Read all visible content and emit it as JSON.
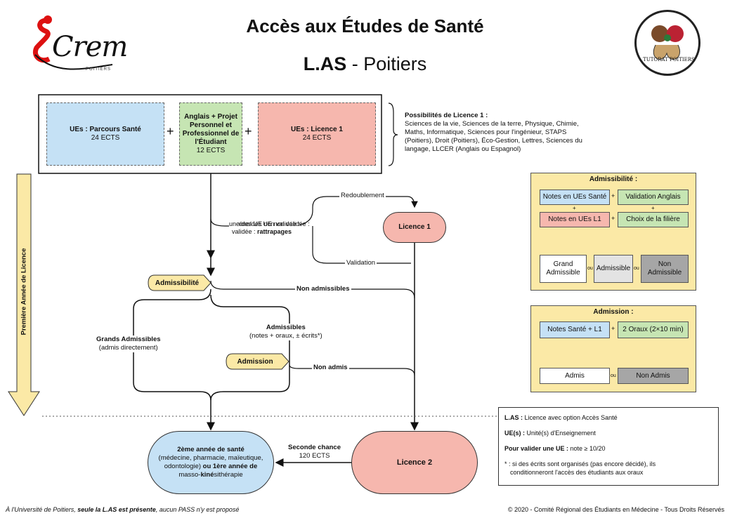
{
  "header": {
    "title": "Accès aux Études de Santé",
    "subtitle_bold": "L.AS",
    "subtitle_rest": " - Poitiers"
  },
  "logos": {
    "left_text": "Crem",
    "left_sub": "POITIERS",
    "right_text": "TUTORAT POITIERS"
  },
  "top_block": {
    "ue_parcours": {
      "title": "UEs : Parcours Santé",
      "ects": "24 ECTS"
    },
    "anglais": {
      "title": "Anglais + Projet Personnel et Professionnel de l'Étudiant",
      "ects": "12 ECTS"
    },
    "ue_licence": {
      "title": "UEs : Licence 1",
      "ects": "24 ECTS"
    },
    "plus": "+"
  },
  "possibilites": {
    "title": "Possibilités de Licence 1 :",
    "body": "Sciences de la vie, Sciences de la terre, Physique, Chimie, Maths, Informatique, Sciences pour l'ingénieur, STAPS (Poitiers), Droit (Poitiers), Éco-Gestion, Lettres, Sciences du langage, LLCER (Anglais ou Espagnol)"
  },
  "side_arrow": "Première Année de Licence",
  "flow": {
    "redoublement": "Redoublement",
    "ue_non_validee": "une/des UE non validée :",
    "rattrapages": "rattrapages",
    "validation": "Validation",
    "licence1": "Licence 1",
    "admissibilite_tag": "Admissibilité",
    "non_admissibles": "Non admissibles",
    "grands_admissibles": "Grands Admissibles",
    "admis_directement": "(admis directement)",
    "admissibles": "Admissibles",
    "admissibles_detail": "(notes + oraux, ± écrits*)",
    "admission_tag": "Admission",
    "non_admis": "Non admis",
    "seconde_chance": "Seconde chance",
    "seconde_ects": "120 ECTS",
    "licence2": "Licence 2",
    "sante_line1": "2ème année de santé",
    "sante_line2": "(médecine, pharmacie, maïeutique,",
    "sante_line3a": "odontologie) ",
    "sante_line3b": "ou 1ère année de",
    "sante_line4a": "masso-",
    "sante_line4b": "kiné",
    "sante_line4c": "sithérapie"
  },
  "panel_admissibilite": {
    "title": "Admissibilité :",
    "notes_ue_sante": "Notes en UEs Santé",
    "validation_anglais": "Validation Anglais",
    "notes_ue_l1": "Notes en UEs L1",
    "choix_filiere": "Choix de la filière",
    "grand_admissible": "Grand Admissible",
    "admissible": "Admissible",
    "non_admissible": "Non Admissible",
    "ou": "ou",
    "plus": "+"
  },
  "panel_admission": {
    "title": "Admission :",
    "notes_sante_l1": "Notes Santé + L1",
    "oraux": "2 Oraux (2×10 min)",
    "admis": "Admis",
    "non_admis": "Non Admis",
    "ou": "ou",
    "plus": "+"
  },
  "legend": {
    "las_b": "L.AS :",
    "las_t": " Licence avec option Accès Santé",
    "ue_b": "UE(s) :",
    "ue_t": " Unité(s) d'Enseignement",
    "valider_b": "Pour valider une UE :",
    "valider_t": " note ≥ 10/20",
    "note_1": "* : si des écrits sont organisés (pas encore décidé), ils",
    "note_2": "conditionneront l'accès des étudiants aux oraux"
  },
  "footer": {
    "left_a": "À l'Université de Poitiers, ",
    "left_b": "seule la L.AS est présente",
    "left_c": ", aucun PASS n'y est proposé",
    "right": "© 2020 - Comité Régional des Étudiants en Médecine - Tous Droits Réservés"
  },
  "colors": {
    "blue": "#c5e1f5",
    "green": "#c6e5b3",
    "salmon": "#f6b7ae",
    "yellow": "#fbe9a6",
    "grey": "#a6a6a6",
    "lightgrey": "#e3e3e3"
  }
}
